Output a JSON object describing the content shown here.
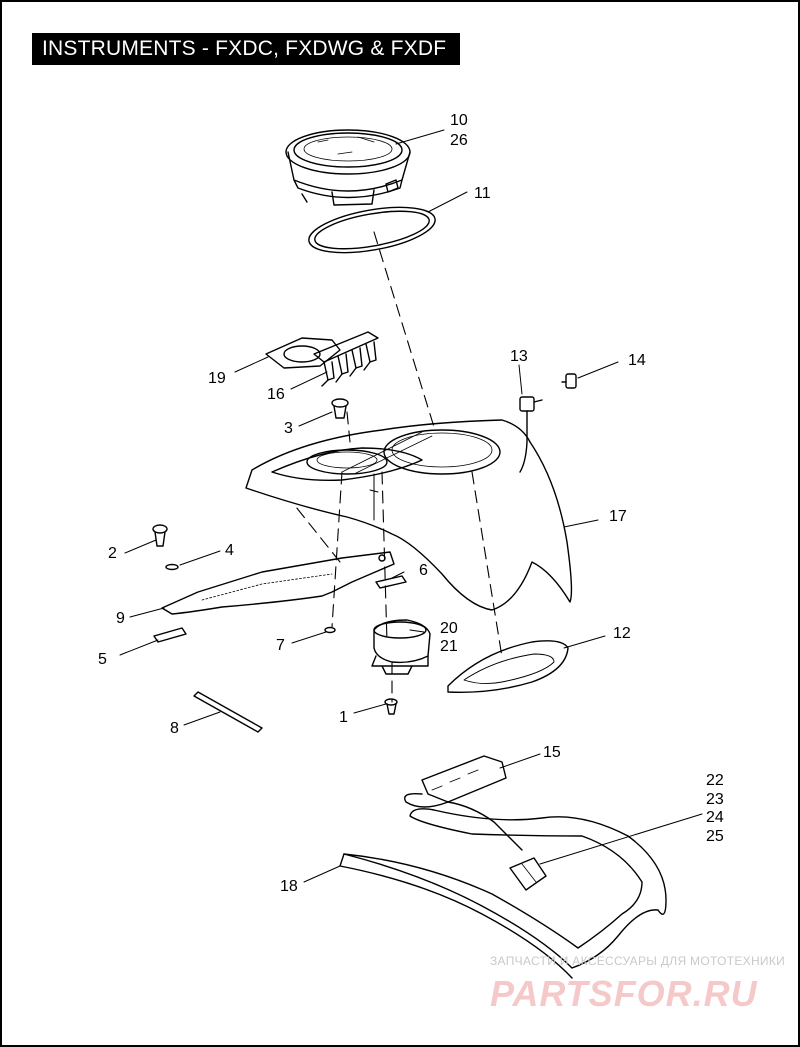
{
  "title": "INSTRUMENTS - FXDC, FXDWG & FXDF",
  "colors": {
    "line": "#000000",
    "background": "#ffffff",
    "watermark_caption": "#c9c9c9",
    "watermark_brand": "#f5c9c9"
  },
  "callouts": {
    "c1": "1",
    "c2": "2",
    "c3": "3",
    "c4": "4",
    "c5": "5",
    "c6": "6",
    "c7": "7",
    "c8": "8",
    "c9": "9",
    "c10": "10",
    "c11": "11",
    "c12": "12",
    "c13": "13",
    "c14": "14",
    "c15": "15",
    "c16": "16",
    "c17": "17",
    "c18": "18",
    "c19": "19",
    "c20": "20",
    "c21": "21",
    "c22": "22",
    "c23": "23",
    "c24": "24",
    "c25": "25",
    "c26": "26"
  },
  "watermark": {
    "caption": "ЗАПЧАСТИ И АКСЕССУАРЫ ДЛЯ МОТОТЕХНИКИ",
    "brand": "PARTSFOR.RU"
  }
}
